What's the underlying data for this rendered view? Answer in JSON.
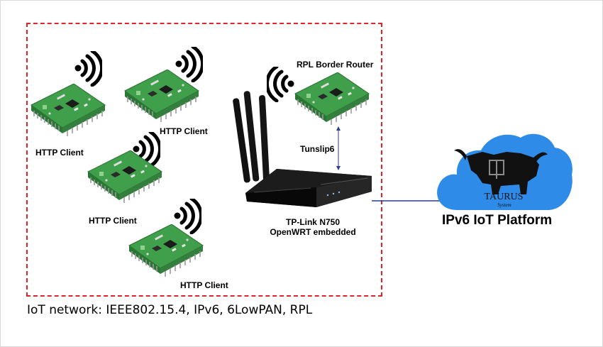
{
  "labels": {
    "client1": "HTTP Client",
    "client2": "HTTP Client",
    "client3": "HTTP Client",
    "client4": "HTTP Client",
    "border_router": "RPL Border Router",
    "tunslip": "Tunslip6",
    "router_line1": "TP-Link N750",
    "router_line2": "OpenWRT embedded",
    "platform": "IPv6 IoT Platform",
    "caption": "IoT network: IEEE802.15.4, IPv6, 6LowPAN, RPL"
  },
  "logo": {
    "brand": "TAURUS",
    "sub": "System"
  },
  "colors": {
    "box_border": "#e0242c",
    "board_green": "#3c9a48",
    "cloud_blue": "#2f8be8",
    "link_line": "#2a3f8f"
  },
  "icons": [
    "wifi-signal-icon",
    "sensor-board-icon",
    "router-icon",
    "cloud-icon",
    "bull-logo-icon"
  ]
}
